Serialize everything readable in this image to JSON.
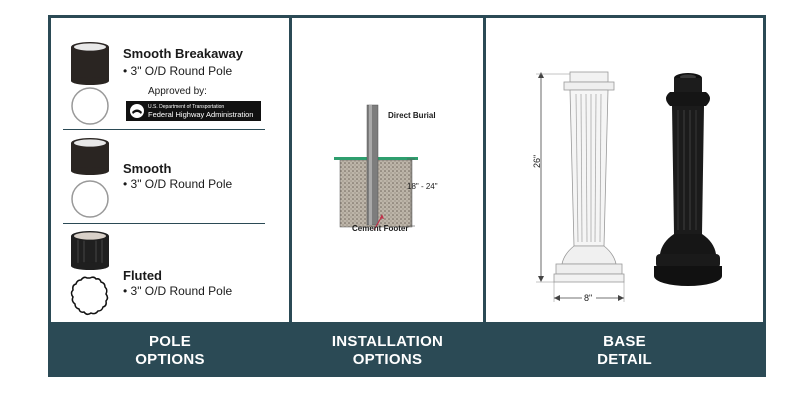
{
  "pole_options": {
    "footer_line1": "POLE",
    "footer_line2": "OPTIONS",
    "options": [
      {
        "name": "Smooth Breakaway",
        "desc": "• 3\" O/D Round Pole"
      },
      {
        "name": "Smooth",
        "desc": "• 3\" O/D Round Pole"
      },
      {
        "name": "Fluted",
        "desc": "• 3\" O/D Round Pole"
      }
    ],
    "approved_label": "Approved by:",
    "badge_line1": "U.S. Department of Transportation",
    "badge_line2": "Federal Highway Administration"
  },
  "installation": {
    "footer_line1": "INSTALLATION",
    "footer_line2": "OPTIONS",
    "direct_burial": "Direct Burial",
    "depth": "18\" - 24\"",
    "cement_footer": "Cement Footer"
  },
  "base": {
    "footer_line1": "BASE",
    "footer_line2": "DETAIL",
    "height": "26\"",
    "width": "8\""
  },
  "colors": {
    "frame": "#2b4a55",
    "ground": "#2e9e6e",
    "arrow": "#c0304a"
  }
}
